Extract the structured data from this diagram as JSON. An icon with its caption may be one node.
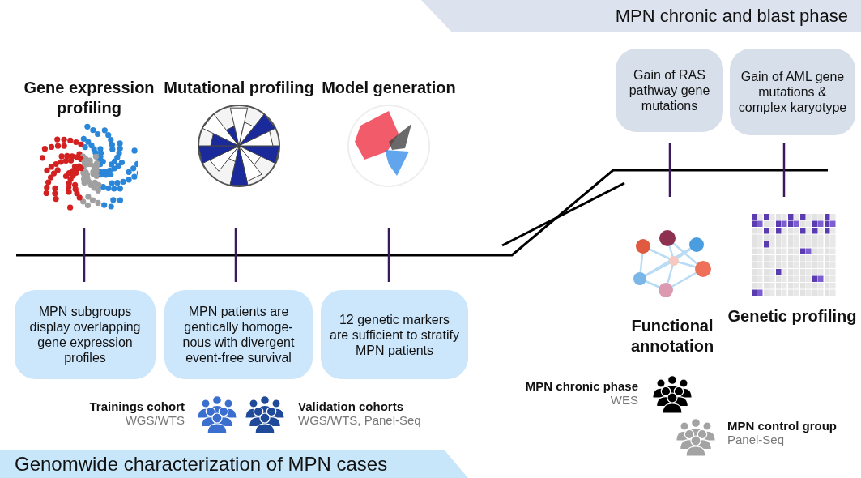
{
  "diagram": {
    "nodes": [
      {
        "text": [
          "MPN chronic and blast phase"
        ]
      },
      {
        "text": [
          "Gene expression profiling"
        ]
      },
      {
        "text": [
          "Mutational profiling"
        ]
      },
      {
        "text": [
          "Model generation"
        ]
      },
      {
        "text": [
          "Gain of RAS pathway gene mutations"
        ]
      },
      {
        "text": [
          "Gain of AML gene mutations & complex karyotype"
        ]
      },
      {
        "text": [
          "Functional annotation"
        ]
      },
      {
        "text": [
          "Genetic profiling"
        ]
      },
      {
        "text": [
          "MPN subgroups display overlapping gene expression profiles"
        ]
      },
      {
        "text": [
          "MPN patients are gentically homoge- nous with divergent event-free survival"
        ]
      },
      {
        "text": [
          "12 genetic markers are sufficient to stratify MPN patients"
        ]
      },
      {
        "text": [
          "Trainings cohort",
          "WGS/WTS"
        ]
      },
      {
        "text": [
          "Validation cohorts",
          "WGS/WTS, Panel-Seq"
        ]
      },
      {
        "text": [
          "MPN chronic phase",
          "WES"
        ]
      },
      {
        "text": [
          "MPN control group",
          "Panel-Seq"
        ]
      },
      {
        "text": [
          "Genomwide characterization of MPN cases"
        ]
      }
    ]
  }
}
